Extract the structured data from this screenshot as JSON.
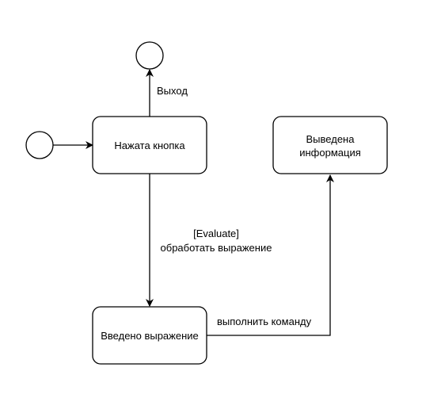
{
  "diagram": {
    "states": {
      "pressed": "Нажата кнопка",
      "entered": "Введено выражение",
      "output_line1": "Выведена",
      "output_line2": "информация"
    },
    "transitions": {
      "exit": "Выход",
      "evaluate_guard": "[Evaluate]",
      "evaluate_action": "обработать выражение",
      "execute": "выполнить команду"
    }
  }
}
